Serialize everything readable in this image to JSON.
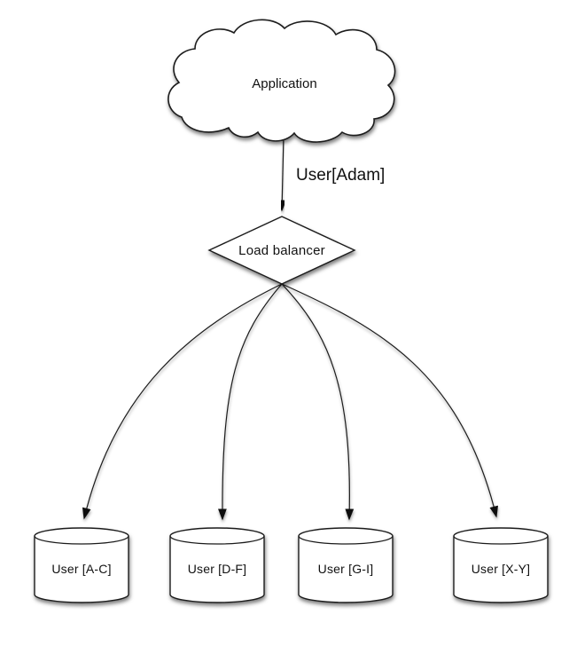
{
  "diagram": {
    "colors": {
      "background": "#ffffff",
      "stroke": "#1a1a1a",
      "shape_fill": "#ffffff",
      "text": "#111111"
    },
    "application_node": {
      "label": "Application",
      "shape": "cloud"
    },
    "request_edge": {
      "label": "User[Adam]"
    },
    "load_balancer_node": {
      "label": "Load balancer",
      "shape": "diamond"
    },
    "shard_nodes": [
      {
        "label": "User [A-C]",
        "shape": "cylinder"
      },
      {
        "label": "User [D-F]",
        "shape": "cylinder"
      },
      {
        "label": "User [G-I]",
        "shape": "cylinder"
      },
      {
        "label": "User [X-Y]",
        "shape": "cylinder"
      }
    ]
  }
}
